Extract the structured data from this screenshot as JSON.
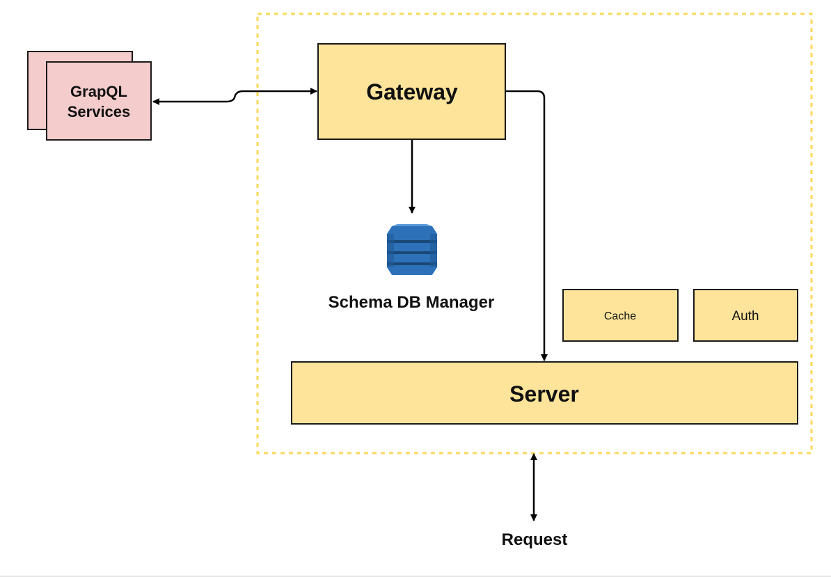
{
  "colors": {
    "node_fill": "#fde49a",
    "node_stroke": "#1a1a1a",
    "service_fill": "#f4cccc",
    "boundary_stroke": "#fdd85c",
    "db_icon": "#2d72b8",
    "arrow": "#000000"
  },
  "nodes": {
    "graphql_services": {
      "line1": "GrapQL",
      "line2": "Services"
    },
    "gateway": {
      "label": "Gateway"
    },
    "schema_db": {
      "label": "Schema DB Manager",
      "icon": "database-icon"
    },
    "cache": {
      "label": "Cache"
    },
    "auth": {
      "label": "Auth"
    },
    "server": {
      "label": "Server"
    },
    "request": {
      "label": "Request"
    }
  },
  "edges": [
    {
      "from": "graphql_services",
      "to": "gateway",
      "direction": "both"
    },
    {
      "from": "gateway",
      "to": "schema_db",
      "direction": "forward"
    },
    {
      "from": "gateway",
      "to": "server",
      "direction": "forward"
    },
    {
      "from": "server",
      "to": "request",
      "direction": "both"
    }
  ]
}
